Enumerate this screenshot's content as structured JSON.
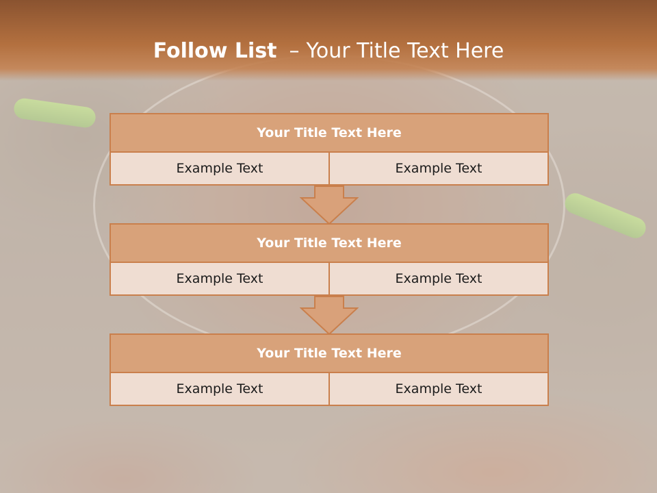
{
  "slide": {
    "title_bold": "Follow List",
    "title_separator": "–",
    "title_rest": "Your Title Text Here",
    "blocks": [
      {
        "title": "Your Title Text Here",
        "left_text": "Example Text",
        "right_text": "Example Text"
      },
      {
        "title": "Your Title Text Here",
        "left_text": "Example Text",
        "right_text": "Example Text"
      },
      {
        "title": "Your Title Text Here",
        "left_text": "Example Text",
        "right_text": "Example Text"
      }
    ]
  },
  "colors": {
    "title_band": "#b3703f",
    "header_fill": "#d8a27a",
    "cell_fill": "#efddd2",
    "border": "#c97f4c",
    "arrow_fill": "#d9a17a"
  }
}
